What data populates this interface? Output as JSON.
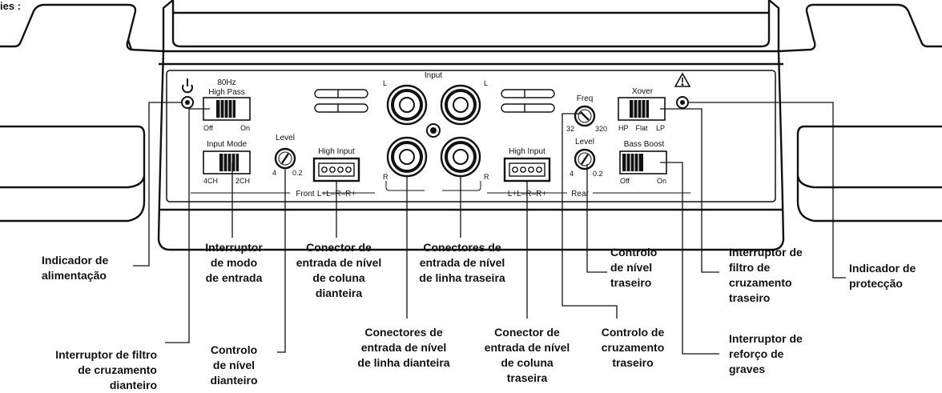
{
  "header_fragment": "ies :",
  "panel": {
    "front_high_pass_top": "80Hz",
    "front_high_pass_bottom": "High Pass",
    "front_hp_off": "Off",
    "front_hp_on": "On",
    "input_mode": "Input Mode",
    "input_mode_4ch": "4CH",
    "input_mode_2ch": "2CH",
    "front_level": "Level",
    "front_level_min": "4",
    "front_level_max": "0.2",
    "high_input_front": "High Input",
    "input": "Input",
    "input_l_left": "L",
    "input_l_right": "L",
    "input_r_left": "R",
    "input_r_right": "R",
    "high_input_rear": "High Input",
    "freq": "Freq",
    "freq_min": "32",
    "freq_max": "320",
    "rear_level": "Level",
    "rear_level_min": "4",
    "rear_level_max": "0.2",
    "xover": "Xover",
    "xover_hp": "HP",
    "xover_flat": "Flat",
    "xover_lp": "LP",
    "bass_boost": "Bass Boost",
    "bass_off": "Off",
    "bass_on": "On",
    "front_section": "Front",
    "rear_section": "Rear",
    "pins_front": "L+L–R–R+",
    "pins_rear": "L+L–R–R+"
  },
  "callouts": {
    "power_indicator": [
      "Indicador de",
      "alimentação"
    ],
    "input_mode_switch": [
      "Interruptor",
      "de modo",
      "de entrada"
    ],
    "front_high_input": [
      "Conector de",
      "entrada de nível",
      "de coluna",
      "dianteira"
    ],
    "rear_line_input": [
      "Conectores de",
      "entrada de nível",
      "de linha traseira"
    ],
    "rear_level_control": [
      "Controlo",
      "de nível",
      "traseiro"
    ],
    "rear_crossover_switch": [
      "Interruptor de",
      "filtro de",
      "cruzamento",
      "traseiro"
    ],
    "protection_indicator": [
      "Indicador de",
      "protecção"
    ],
    "front_crossover_switch": [
      "Interruptor de filtro",
      "de cruzamento",
      "dianteiro"
    ],
    "front_level_control": [
      "Controlo",
      "de nível",
      "dianteiro"
    ],
    "front_line_input": [
      "Conectores de",
      "entrada de nível",
      "de linha dianteira"
    ],
    "rear_high_input": [
      "Conector de",
      "entrada de nível",
      "de coluna",
      "traseira"
    ],
    "rear_crossover_control": [
      "Controlo de",
      "cruzamento",
      "traseiro"
    ],
    "bass_boost_switch": [
      "Interruptor de",
      "reforço de",
      "graves"
    ]
  }
}
